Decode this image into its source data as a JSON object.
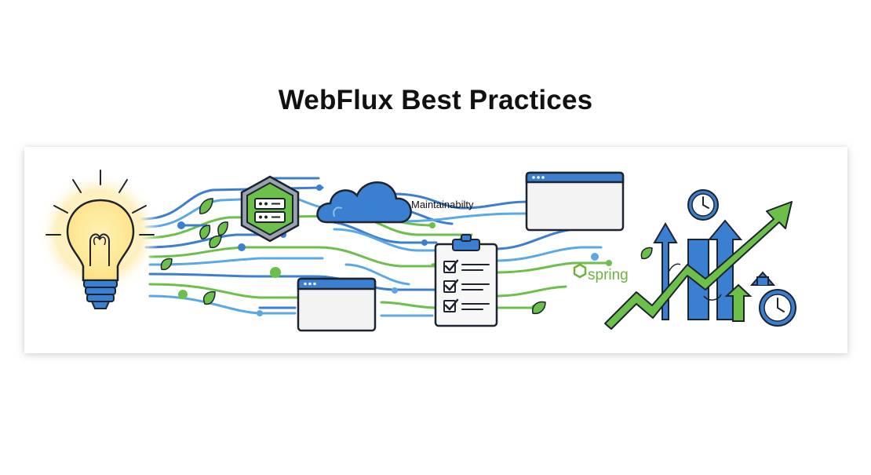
{
  "page": {
    "title": "WebFlux Best Practices"
  },
  "illustration": {
    "maintainability_label": "Maintainabilty",
    "spring_label": "spring",
    "icons": [
      "lightbulb-icon",
      "server-icon",
      "cloud-icon",
      "browser-window-icon",
      "checklist-clipboard-icon",
      "spring-logo-icon",
      "clock-icon",
      "growth-arrow-icon",
      "bar-chart-icon",
      "leaf-icon"
    ]
  },
  "colors": {
    "blue": "#3b7fd1",
    "light_blue": "#5aa9e6",
    "green": "#6cc04a",
    "dark_green": "#4e9d36",
    "outline": "#1d2430",
    "bulb_glow": "#fdeeb5",
    "spring_green": "#6db33f"
  }
}
